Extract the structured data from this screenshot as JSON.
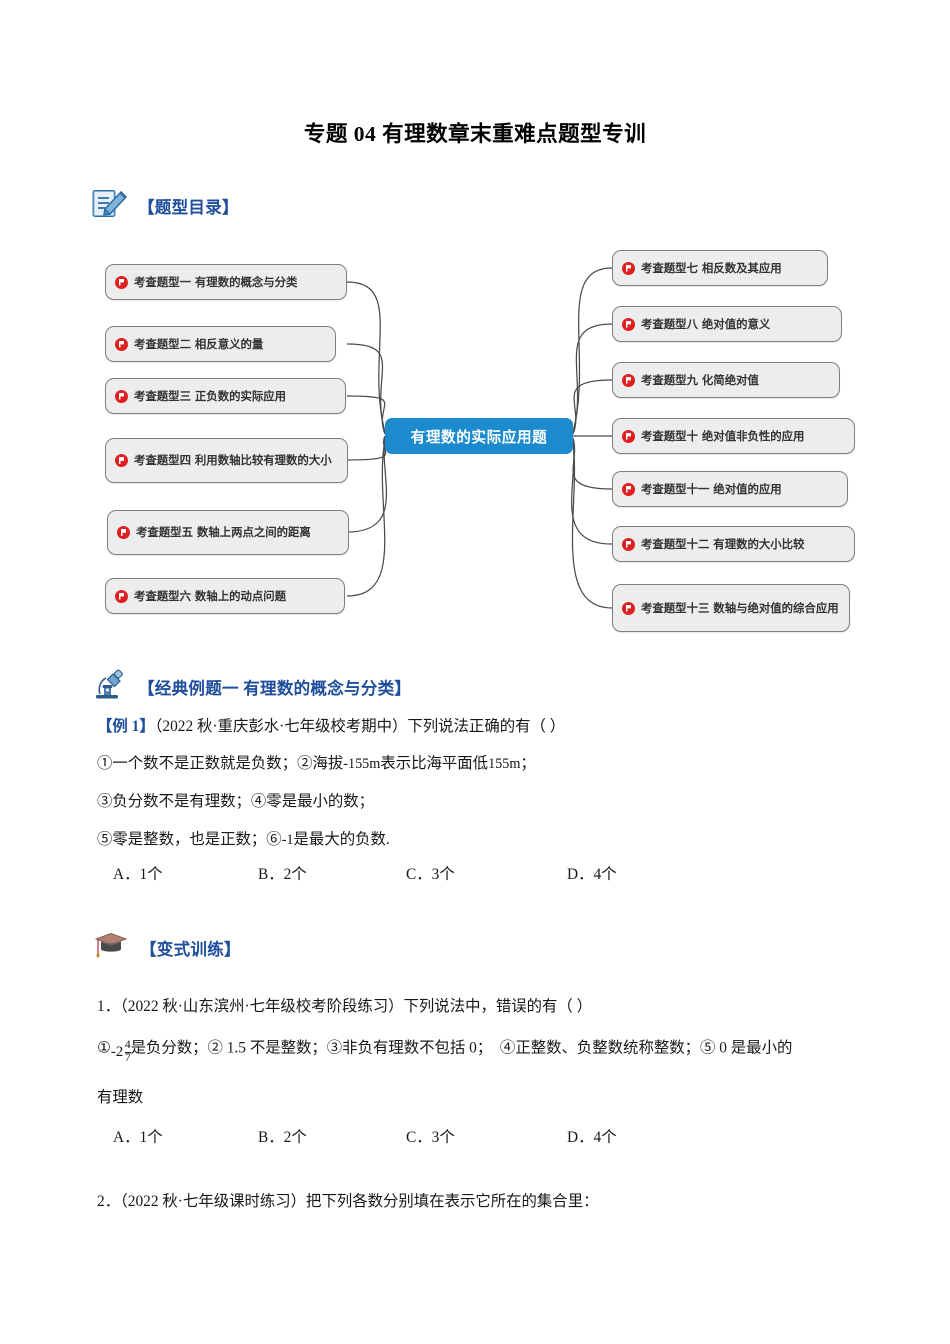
{
  "document": {
    "title": "专题 04  有理数章末重难点题型专训"
  },
  "sections": {
    "catalog": {
      "icon": "notepad-pencil-icon",
      "label": "【题型目录】"
    },
    "example": {
      "icon": "microscope-icon",
      "label": "【经典例题一  有理数的概念与分类】"
    },
    "variant": {
      "icon": "graduation-cap-icon",
      "label": "【变式训练】"
    }
  },
  "mindmap": {
    "center": "有理数的实际应用题",
    "center_color": "#1C8BCE",
    "bullet_color": "#E02020",
    "node_fill": "#EDEDED",
    "node_border": "#7F7F7F",
    "left_nodes": [
      {
        "text": "考查题型一  有理数的概念与分类"
      },
      {
        "text": "考查题型二  相反意义的量"
      },
      {
        "text": "考查题型三  正负数的实际应用"
      },
      {
        "text": "考查题型四  利用数轴比较有理数的大小"
      },
      {
        "text": "考查题型五  数轴上两点之间的距离"
      },
      {
        "text": "考查题型六  数轴上的动点问题"
      }
    ],
    "right_nodes": [
      {
        "text": "考查题型七  相反数及其应用"
      },
      {
        "text": "考查题型八  绝对值的意义"
      },
      {
        "text": "考查题型九  化简绝对值"
      },
      {
        "text": "考查题型十  绝对值非负性的应用"
      },
      {
        "text": "考查题型十一  绝对值的应用"
      },
      {
        "text": "考查题型十二  有理数的大小比较"
      },
      {
        "text": "考查题型十三  数轴与绝对值的综合应用"
      }
    ]
  },
  "example1": {
    "tag": "【例 1】",
    "source": "（2022 秋·重庆彭水·七年级校考期中）下列说法正确的有（      ）",
    "line1_a": "①一个数不是正数就是负数；②海拔",
    "line1_b": "-155m",
    "line1_c": "表示比海平面低",
    "line1_d": "155m",
    "line1_e": "；",
    "line2": "③负分数不是有理数；④零是最小的数；",
    "line3_a": "⑤零是整数，也是正数；⑥",
    "line3_b": "-1",
    "line3_c": "是最大的负数.",
    "options": [
      "A．1个",
      "B．2个",
      "C．3个",
      "D．4个"
    ]
  },
  "variant": {
    "q1": {
      "number": "1．",
      "source": "（2022 秋·山东滨州·七年级校考阶段练习）下列说法中，错误的有（      ）",
      "item1_prefix": "①",
      "frac_whole": "-2",
      "frac_num": "4",
      "frac_den": "7",
      "item1_suffix": "是负分数；② 1.5 不是整数；③非负有理数不包括 0；　④正整数、负整数统称整数；⑤ 0 是最小的",
      "item1_wrap": "有理数",
      "options": [
        "A．1个",
        "B．2个",
        "C．3个",
        "D．4个"
      ]
    },
    "q2": {
      "number": "2．",
      "source": "（2022 秋·七年级课时练习）把下列各数分别填在表示它所在的集合里："
    }
  }
}
